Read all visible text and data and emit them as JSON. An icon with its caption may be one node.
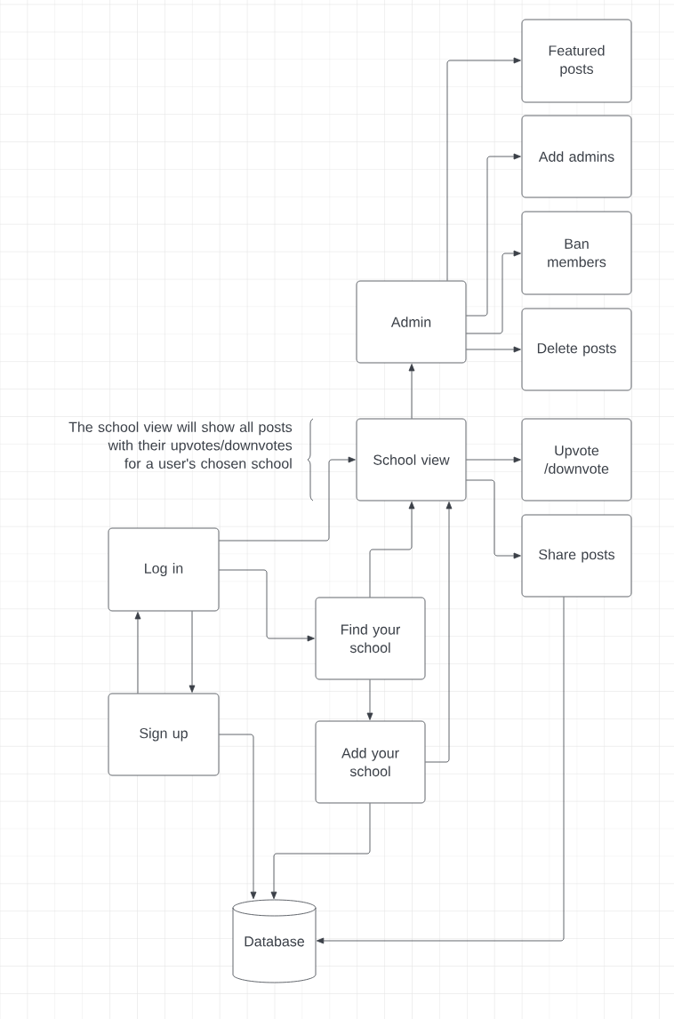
{
  "diagram": {
    "nodes": [
      {
        "text": [
          "Featured posts"
        ]
      },
      {
        "text": [
          "Add admins"
        ]
      },
      {
        "text": [
          "Ban members"
        ]
      },
      {
        "text": [
          "Delete posts"
        ]
      },
      {
        "text": [
          "Admin"
        ]
      },
      {
        "text": [
          "School view"
        ]
      },
      {
        "text": [
          "Upvote /downvote"
        ]
      },
      {
        "text": [
          "Share posts"
        ]
      },
      {
        "text": [
          "Log in"
        ]
      },
      {
        "text": [
          "Find your school"
        ]
      },
      {
        "text": [
          "Sign up"
        ]
      },
      {
        "text": [
          "Add your school"
        ]
      },
      {
        "text": [
          "Database"
        ]
      }
    ],
    "edges": [
      {
        "from": 4,
        "to": 0,
        "arrow": "to"
      },
      {
        "from": 4,
        "to": 1,
        "arrow": "to"
      },
      {
        "from": 4,
        "to": 2,
        "arrow": "to"
      },
      {
        "from": 4,
        "to": 3,
        "arrow": "to"
      },
      {
        "from": 5,
        "to": 4,
        "arrow": "to"
      },
      {
        "from": 5,
        "to": 6,
        "arrow": "to"
      },
      {
        "from": 5,
        "to": 7,
        "arrow": "to"
      },
      {
        "from": 8,
        "to": 5,
        "arrow": "to"
      },
      {
        "from": 8,
        "to": 9,
        "arrow": "to"
      },
      {
        "from": 8,
        "to": 10,
        "arrow": "to"
      },
      {
        "from": 10,
        "to": 8,
        "arrow": "to"
      },
      {
        "from": 9,
        "to": 5,
        "arrow": "to"
      },
      {
        "from": 9,
        "to": 11,
        "arrow": "to"
      },
      {
        "from": 11,
        "to": 5,
        "arrow": "to"
      },
      {
        "from": 10,
        "to": 12,
        "arrow": "to"
      },
      {
        "from": 11,
        "to": 12,
        "arrow": "to"
      },
      {
        "from": 7,
        "to": 12,
        "arrow": "to"
      }
    ],
    "labels": [
      "The school view will show all posts with their upvotes/downvotes for a user's chosen school"
    ]
  }
}
